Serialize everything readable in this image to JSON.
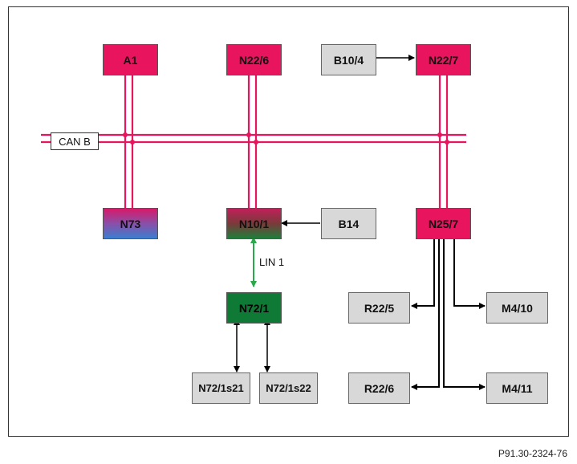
{
  "bus": {
    "can_label": "CAN B",
    "lin_label": "LIN 1"
  },
  "nodes": {
    "a1": "A1",
    "n22_6": "N22/6",
    "b10_4": "B10/4",
    "n22_7": "N22/7",
    "n73": "N73",
    "n10_1": "N10/1",
    "b14": "B14",
    "n25_7": "N25/7",
    "n72_1": "N72/1",
    "r22_5": "R22/5",
    "m4_10": "M4/10",
    "n72_1s21": "N72/1s21",
    "n72_1s22": "N72/1s22",
    "r22_6": "R22/6",
    "m4_11": "M4/11"
  },
  "figure_id": "P91.30-2324-76",
  "colors": {
    "can_bus": "#e8145e",
    "lin_bus": "#2aa84a",
    "module": "#e8145e",
    "component": "#d8d8d8",
    "lin_module": "#0e7a35"
  }
}
